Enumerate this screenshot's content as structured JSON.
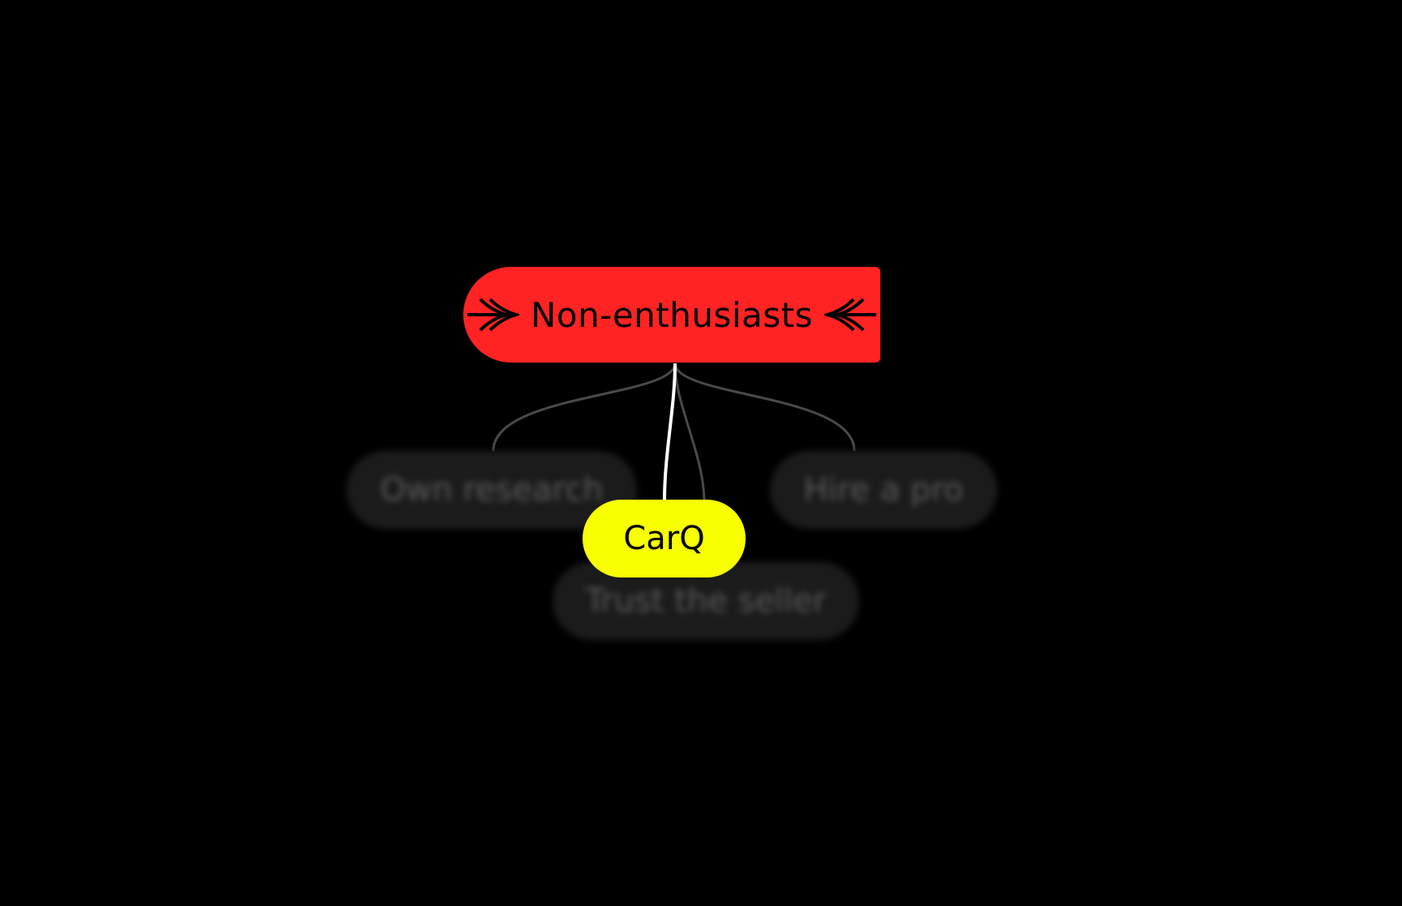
{
  "diagram": {
    "root": {
      "label": "Non-enthusiasts",
      "color": "#ff2323",
      "left_icon": "double-arrow-right-icon",
      "right_icon": "double-arrow-left-icon"
    },
    "branches": [
      {
        "label": "Own research",
        "state": "blurred"
      },
      {
        "label": "CarQ",
        "state": "highlighted",
        "color": "#f7ff00"
      },
      {
        "label": "Trust the seller",
        "state": "blurred"
      },
      {
        "label": "Hire a pro",
        "state": "blurred"
      }
    ],
    "connector_colors": {
      "active": "#ffffff",
      "inactive": "#4a4a4a"
    },
    "background": "#000000"
  }
}
